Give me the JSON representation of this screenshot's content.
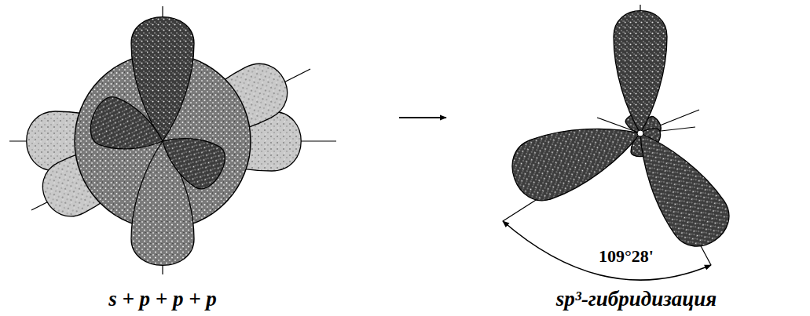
{
  "diagram": {
    "labels": [
      "s + p + p + p",
      "sp³-гибридизация",
      "109°28'"
    ]
  }
}
